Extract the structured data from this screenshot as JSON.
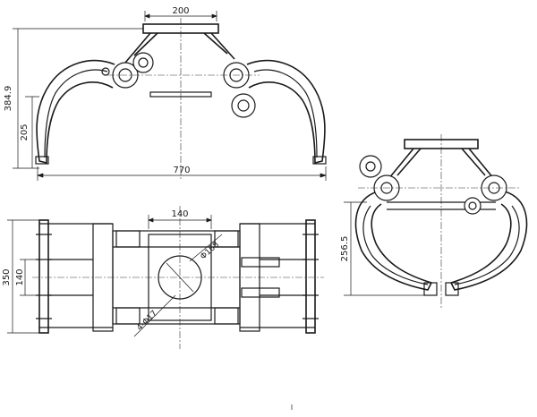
{
  "dimensions": {
    "top_width": "200",
    "overall_height": "384.9",
    "lower_height": "205",
    "overall_length": "770",
    "plan_width": "140",
    "plan_length": "350",
    "plan_inner": "140",
    "bore_diameter": "Φ168",
    "bolt_holes": "4-Φ17",
    "jaw_height": "256.5"
  },
  "colors": {
    "line": "#1a1a1a",
    "paper": "#ffffff"
  }
}
